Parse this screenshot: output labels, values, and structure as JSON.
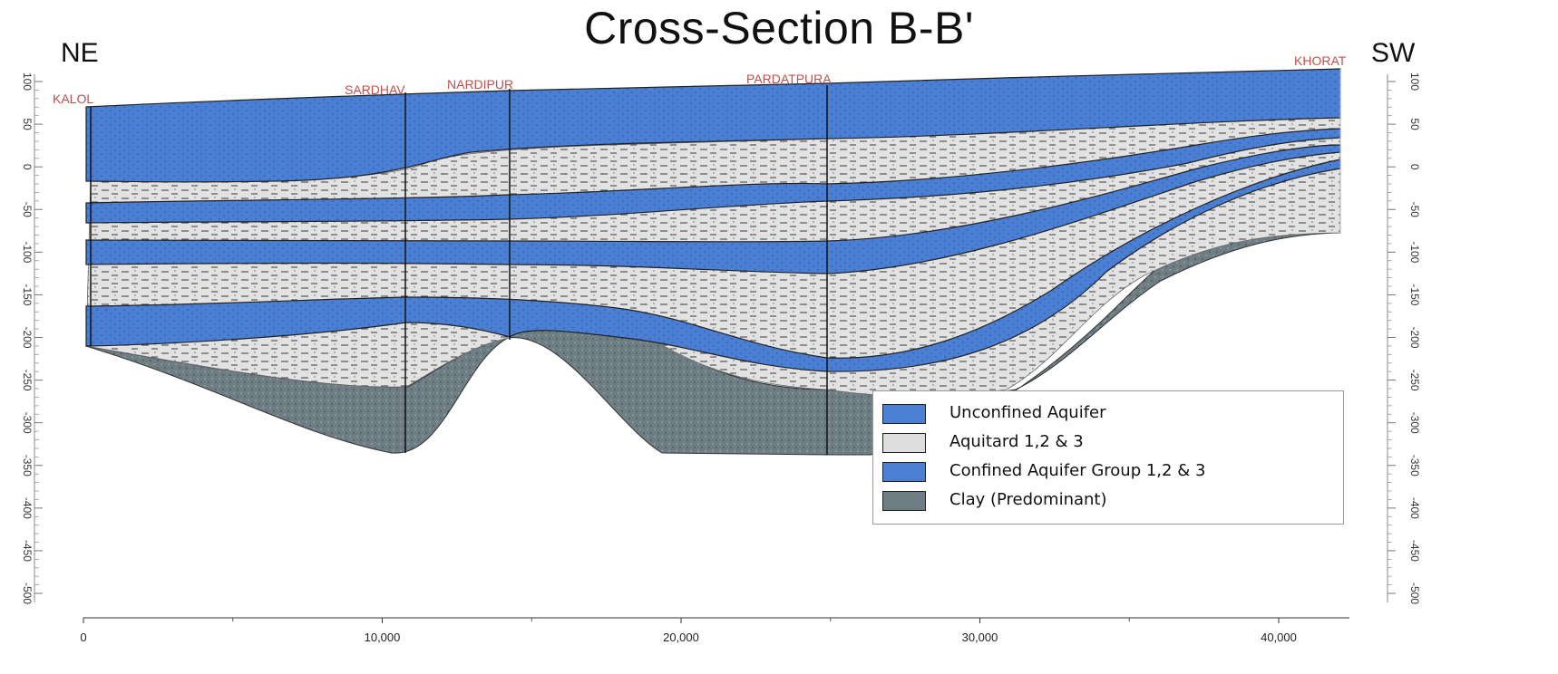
{
  "title": "Cross-Section B-B'",
  "directions": {
    "left": "NE",
    "right": "SW"
  },
  "wells": [
    "KALOL",
    "SARDHAV",
    "NARDIPUR",
    "PARDATPURA",
    "KHORAT"
  ],
  "y_axis": {
    "left_ticks": [
      "100",
      "50",
      "0",
      "-50",
      "-100",
      "-150",
      "-200",
      "-250",
      "-300",
      "-350",
      "-400",
      "-450",
      "-500"
    ],
    "right_ticks": [
      "100",
      "50",
      "0",
      "-50",
      "-100",
      "-150",
      "-200",
      "-250",
      "-300",
      "-350",
      "-400",
      "-450",
      "-500"
    ]
  },
  "x_axis": {
    "ticks": [
      "0",
      "10,000",
      "20,000",
      "30,000",
      "40,000"
    ]
  },
  "legend": [
    {
      "label": "Unconfined Aquifer",
      "color": "#4a7fd4"
    },
    {
      "label": "Aquitard 1,2 & 3",
      "color": "#dedede"
    },
    {
      "label": "Confined Aquifer Group 1,2 & 3",
      "color": "#4a7fd4"
    },
    {
      "label": "Clay (Predominant)",
      "color": "#6e7e84"
    }
  ],
  "colors": {
    "aquifer": "#4a7fd4",
    "aquitard": "#dedede",
    "clay": "#6e7e84"
  }
}
